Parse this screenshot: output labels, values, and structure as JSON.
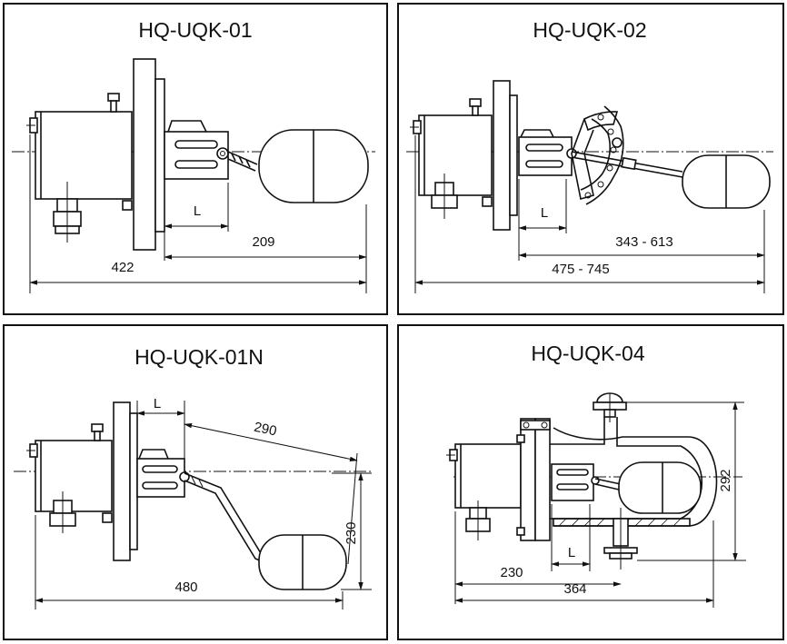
{
  "panels": [
    {
      "model": "HQ-UQK-01",
      "dims": {
        "L": "L",
        "d1": "209",
        "d2": "422"
      }
    },
    {
      "model": "HQ-UQK-02",
      "dims": {
        "L": "L",
        "d1": "343 - 613",
        "d2": "475 - 745"
      }
    },
    {
      "model": "HQ-UQK-01N",
      "dims": {
        "L": "L",
        "d1": "290",
        "d2": "480",
        "d3": "230"
      }
    },
    {
      "model": "HQ-UQK-04",
      "dims": {
        "L": "L",
        "d1": "230",
        "d2": "364",
        "d3": "292"
      }
    }
  ]
}
